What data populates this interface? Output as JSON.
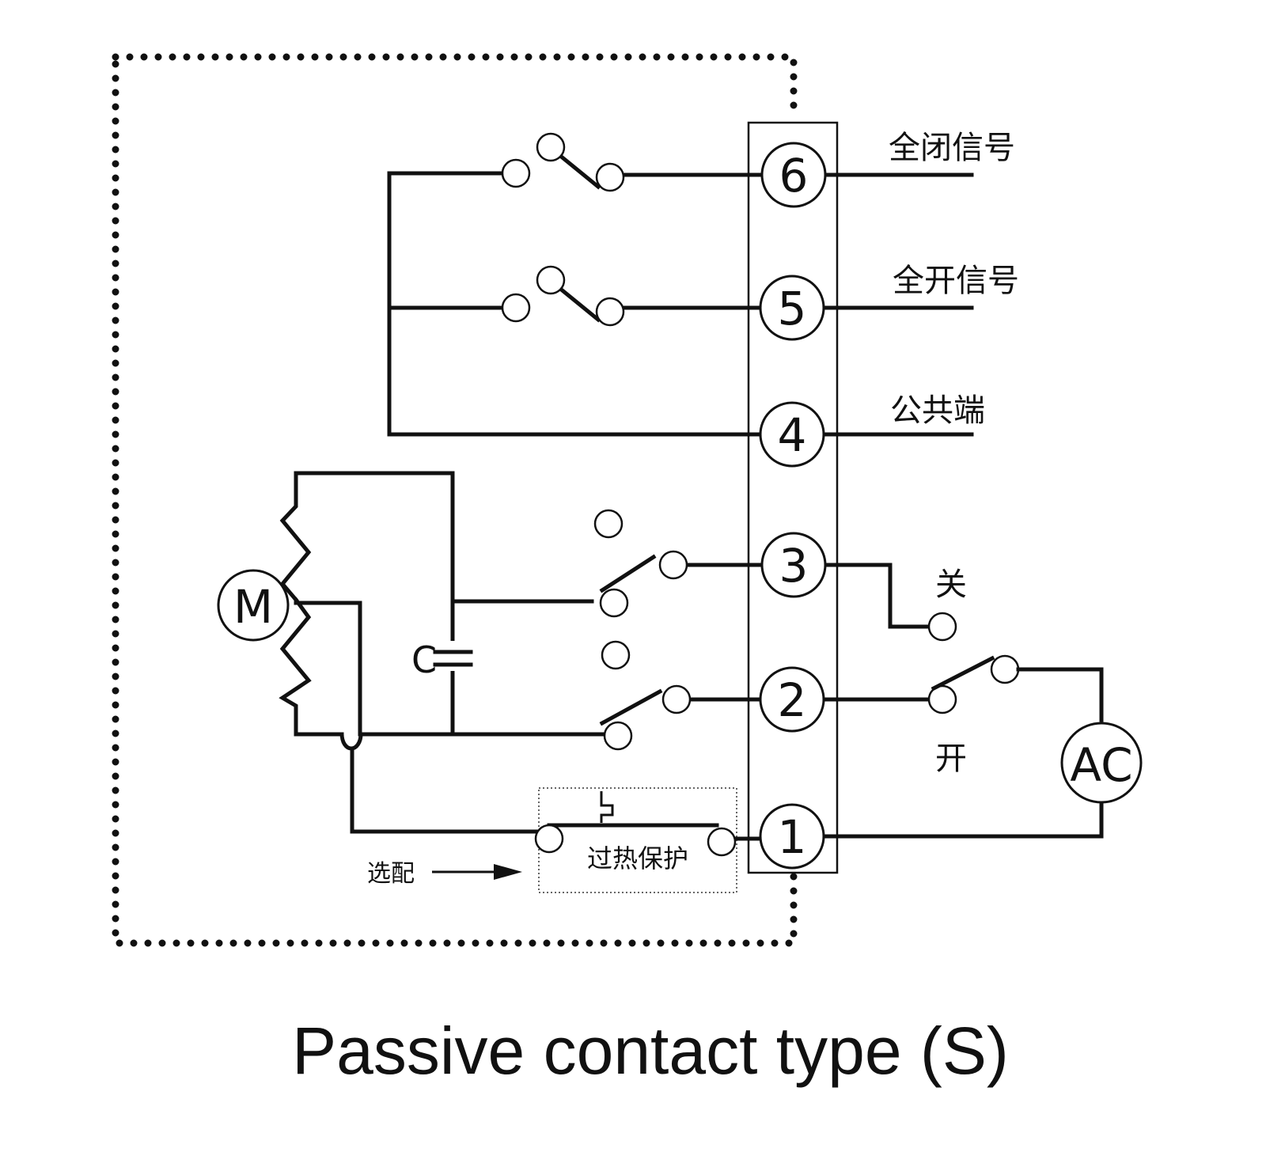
{
  "diagram": {
    "terminals": {
      "t6": "6",
      "t5": "5",
      "t4": "4",
      "t3": "3",
      "t2": "2",
      "t1": "1"
    },
    "labels": {
      "full_close_signal": "全闭信号",
      "full_open_signal": "全开信号",
      "common": "公共端",
      "close": "关",
      "open": "开",
      "overheat": "过热保护",
      "optional": "选配",
      "motor": "M",
      "capacitor": "C",
      "ac_source": "AC"
    },
    "title": "Passive contact type (S)",
    "colors": {
      "line": "#111111",
      "background": "#ffffff"
    }
  }
}
